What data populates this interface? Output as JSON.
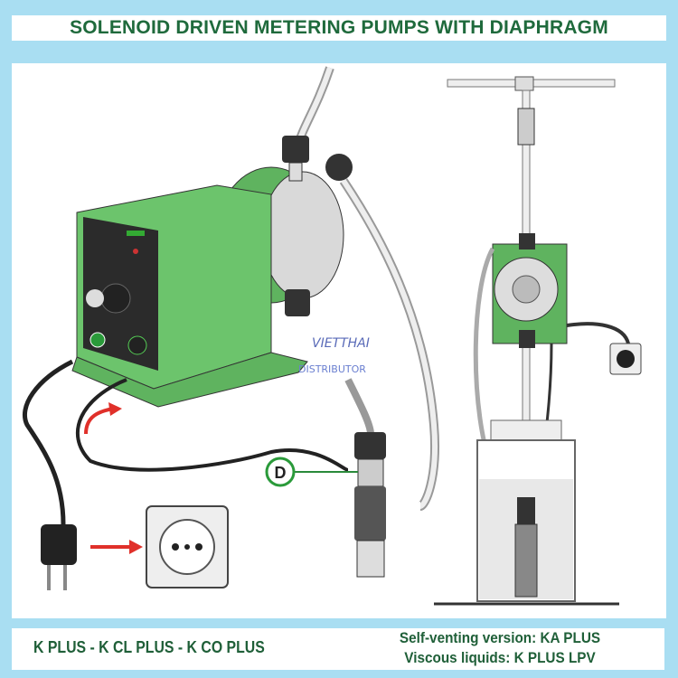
{
  "title": "SOLENOID DRIVEN METERING PUMPS WITH DIAPHRAGM",
  "illustration": {
    "callout_label": "D",
    "watermark_name": "VIETTHAI",
    "watermark_sub": "DISTRIBUTOR",
    "colors": {
      "pump_green": "#6cc46c",
      "panel_dark": "#2b2b2b",
      "arrow_red": "#e0302a",
      "title_green": "#1f6a3c",
      "background": "#a9def2"
    }
  },
  "footer": {
    "models": "K PLUS - K CL PLUS - K CO PLUS",
    "self_venting": "Self-venting version: KA PLUS",
    "viscous": "Viscous liquids: K PLUS LPV"
  }
}
